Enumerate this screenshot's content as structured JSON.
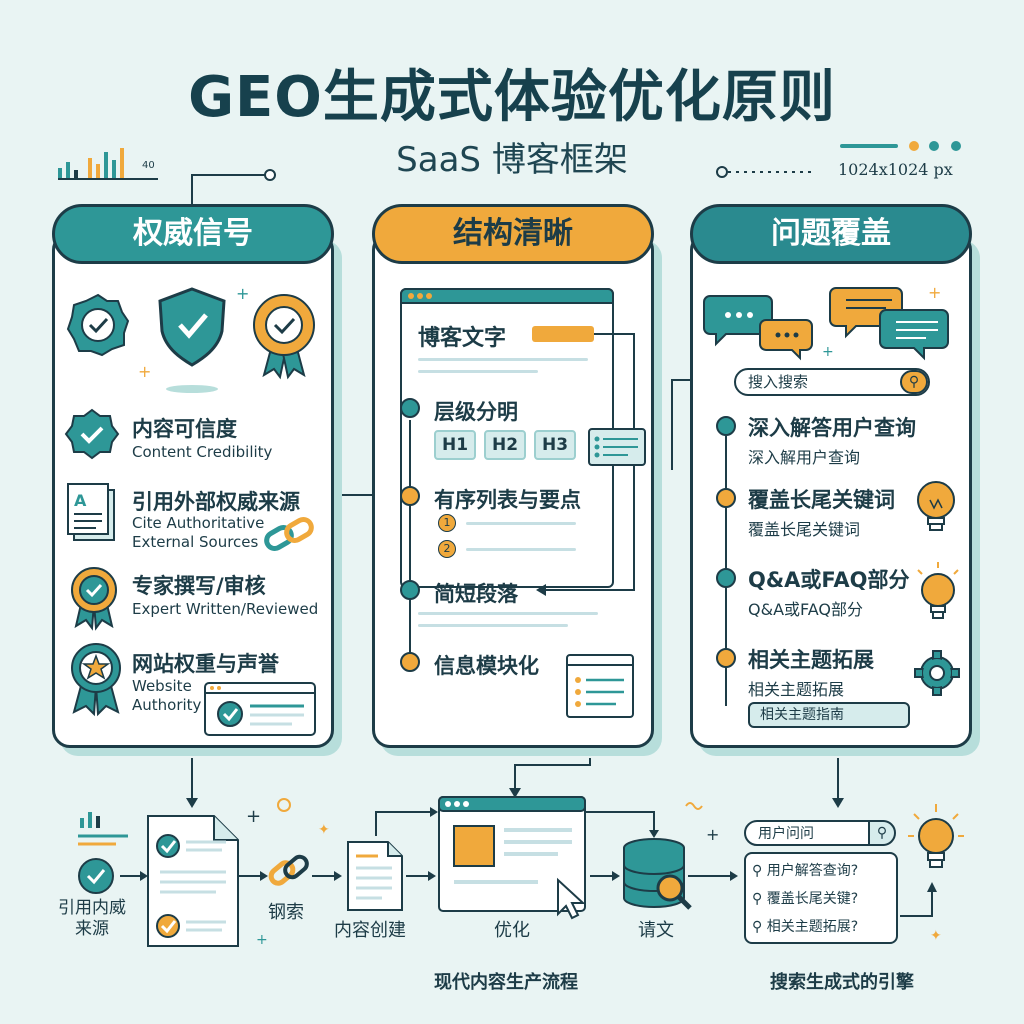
{
  "header": {
    "title": "GEO生成式体验优化原则",
    "subtitle": "SaaS 博客框架",
    "dims": "1024x1024 px",
    "chart_label": "40"
  },
  "panel_authority": {
    "title": "权威信号",
    "items": [
      {
        "zh": "内容可信度",
        "en": "Content Credibility"
      },
      {
        "zh": "引用外部权威来源",
        "en": "Cite Authoritative External Sources"
      },
      {
        "zh": "专家撰写/审核",
        "en": "Expert Written/Reviewed"
      },
      {
        "zh": "网站权重与声誉",
        "en": "Website Authority"
      }
    ]
  },
  "panel_structure": {
    "title": "结构清晰",
    "doc_title": "博客文字",
    "items": [
      "层级分明",
      "有序列表与要点",
      "简短段落",
      "信息模块化"
    ],
    "tags": [
      "H1",
      "H2",
      "H3"
    ],
    "list_nums": [
      "1",
      "2"
    ]
  },
  "panel_coverage": {
    "title": "问题覆盖",
    "search_placeholder": "搜入搜索",
    "items": [
      {
        "zh": "深入解答用户查询",
        "sub": "深入解用户查询"
      },
      {
        "zh": "覆盖长尾关键词",
        "sub": "覆盖长尾关键词"
      },
      {
        "zh": "Q&A或FAQ部分",
        "sub": "Q&A或FAQ部分"
      },
      {
        "zh": "相关主题拓展",
        "sub": "相关主题拓展"
      }
    ],
    "guide_button": "相关主题指南"
  },
  "flow": {
    "cite_label": "引用内威\n来源",
    "chain_label": "钢索",
    "create_label": "内容创建",
    "optimize_label": "优化",
    "request_label": "请文",
    "caption_left": "现代内容生产流程",
    "caption_right": "搜索生成式的引擎",
    "search_label": "用户问问",
    "results": [
      "用户解答查询?",
      "覆盖长尾关键?",
      "相关主题拓展?"
    ]
  },
  "colors": {
    "teal": "#2e9797",
    "orange": "#f0a93c",
    "navy": "#1d3c47",
    "background": "#e9f4f3"
  }
}
